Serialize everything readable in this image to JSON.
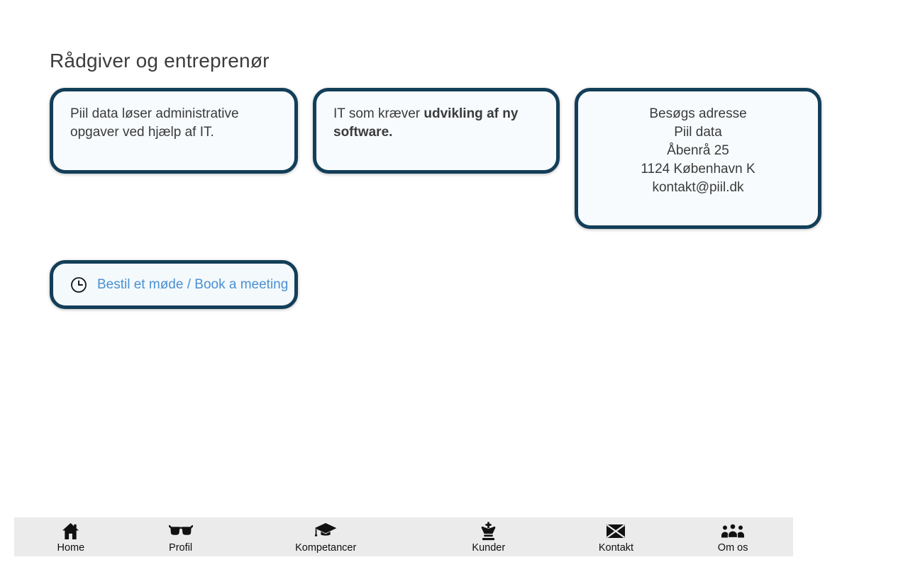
{
  "page": {
    "title": "Rådgiver og entreprenør"
  },
  "cards": [
    {
      "text": "Piil data løser administrative opgaver ved hjælp af IT."
    },
    {
      "text_prefix": "IT som kræver ",
      "text_bold": "udvikling af ny software."
    },
    {
      "address_lines": [
        "Besøgs adresse",
        "Piil data",
        "Åbenrå 25",
        "1124 København K",
        "kontakt@piil.dk"
      ]
    }
  ],
  "booking": {
    "label": "Bestil et møde / Book a meeting",
    "icon": "clock-icon"
  },
  "nav": {
    "items": [
      {
        "label": "Home",
        "icon": "home-icon"
      },
      {
        "label": "Profil",
        "icon": "glasses-icon"
      },
      {
        "label": "Kompetancer",
        "icon": "graduation-cap-icon"
      },
      {
        "label": "Kunder",
        "icon": "chess-king-icon"
      },
      {
        "label": "Kontakt",
        "icon": "envelope-icon"
      },
      {
        "label": "Om os",
        "icon": "users-icon"
      }
    ]
  },
  "colors": {
    "card_border": "#133e58",
    "card_background": "#f7fbfd",
    "link": "#4a90d2",
    "nav_background": "#ebebeb",
    "title_text": "#3c3c3c",
    "body_text": "#3b3b3b",
    "icon": "#111111"
  }
}
